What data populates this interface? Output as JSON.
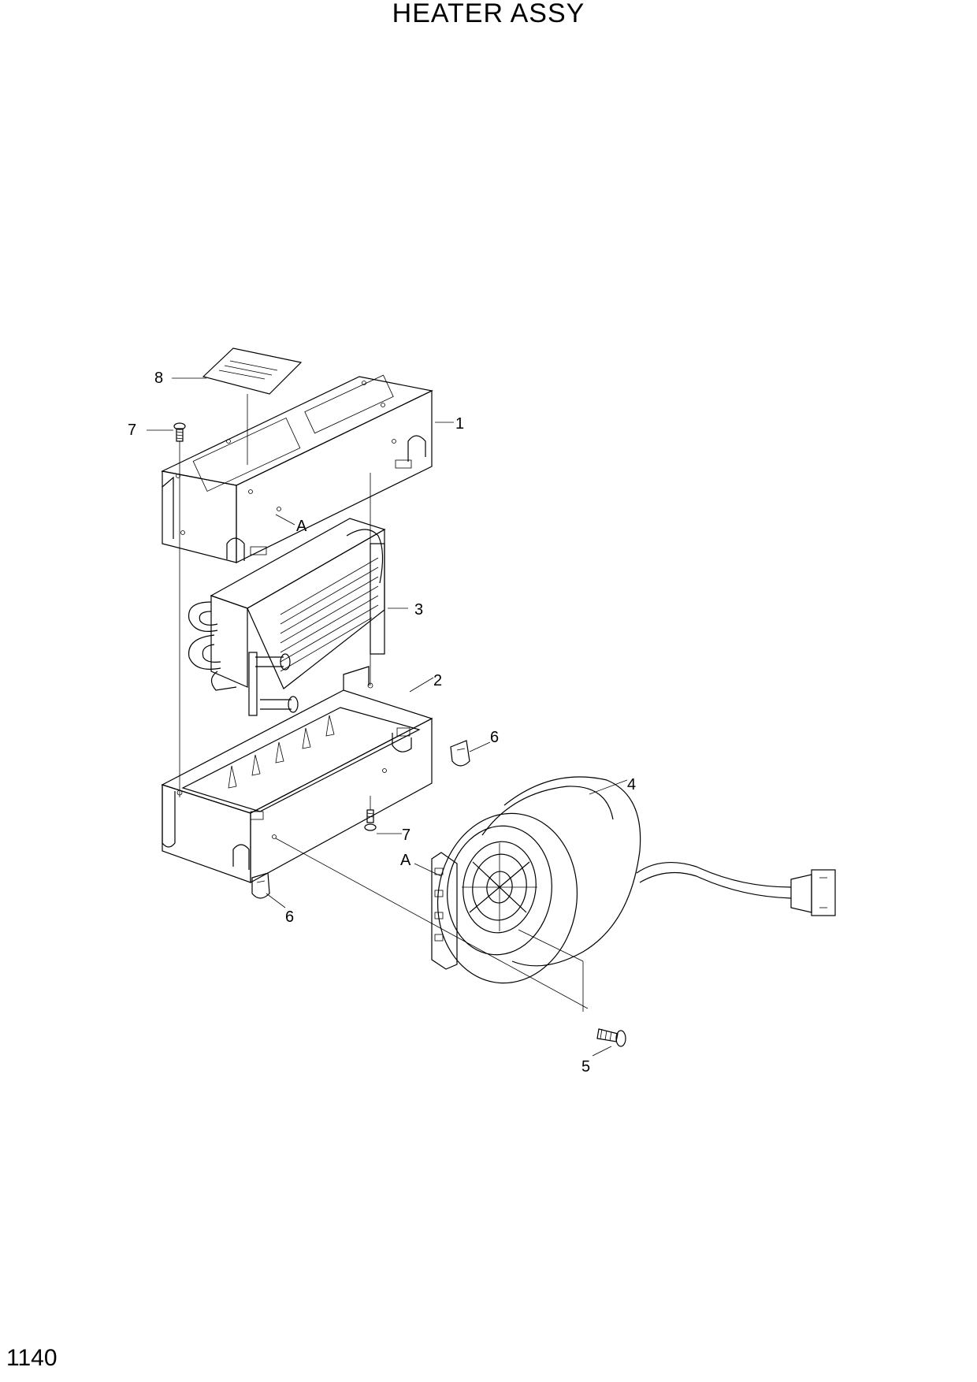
{
  "title": "HEATER ASSY",
  "page_number": "1140",
  "callouts": {
    "c1": "1",
    "c2": "2",
    "c3": "3",
    "c4": "4",
    "c5": "5",
    "c6a": "6",
    "c6b": "6",
    "c7a": "7",
    "c7b": "7",
    "c8": "8",
    "refA1": "A",
    "refA2": "A"
  }
}
